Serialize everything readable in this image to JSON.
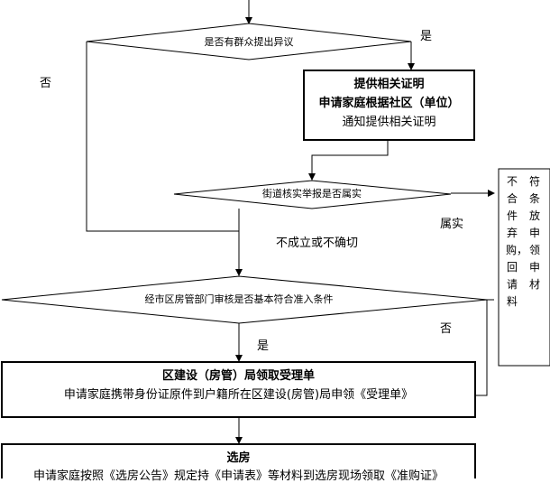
{
  "diagram": {
    "decision_objection": "是否有群众提出异议",
    "label_yes_top": "是",
    "label_no_left": "否",
    "box_proof": {
      "title": "提供相关证明",
      "line2": "申请家庭根据社区（单位）",
      "line3": "通知提供相关证明"
    },
    "decision_street": "街道核实举报是否属实",
    "label_true": "属实",
    "label_not_true": "不成立或不确切",
    "side_box": {
      "col_left": "不合件弃购，回请料",
      "col_right": "符条放申领申材"
    },
    "decision_district": "经市区房管部门审核是否基本符合准入条件",
    "label_no_right": "否",
    "label_yes_mid": "是",
    "box_receipt": {
      "title": "区建设（房管）局领取受理单",
      "line2": "申请家庭携带身份证原件到户籍所在区建设(房管)局申领《受理单》"
    },
    "box_select": {
      "title": "选房",
      "line2": "申请家庭按照《选房公告》规定持《申请表》等材料到选房现场领取《准购证》"
    }
  }
}
